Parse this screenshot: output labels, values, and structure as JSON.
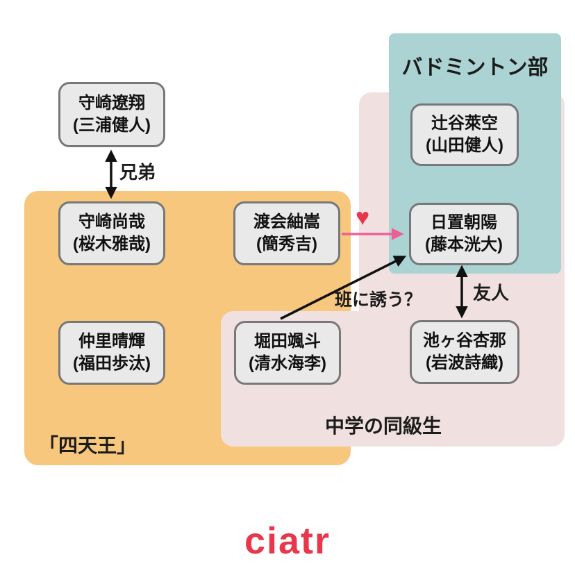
{
  "regions": {
    "badminton_club": {
      "label": "バドミントン部",
      "color": "#abd3d3"
    },
    "middle_school_classmates": {
      "label": "中学の同級生",
      "color": "#f1e0e0"
    },
    "four_heavenly_kings": {
      "label": "「四天王」",
      "color": "#f6c77c"
    }
  },
  "characters": [
    {
      "name": "守崎遼翔",
      "actor": "(三浦健人)"
    },
    {
      "name": "守崎尚哉",
      "actor": "(桜木雅哉)"
    },
    {
      "name": "仲里晴輝",
      "actor": "(福田歩汰)"
    },
    {
      "name": "渡会紬嵩",
      "actor": "(簡秀吉)"
    },
    {
      "name": "堀田颯斗",
      "actor": "(清水海李)"
    },
    {
      "name": "辻谷萊空",
      "actor": "(山田健人)"
    },
    {
      "name": "日置朝陽",
      "actor": "(藤本洸大)"
    },
    {
      "name": "池ヶ谷杏那",
      "actor": "(岩波詩織)"
    }
  ],
  "relations": [
    {
      "label": "兄弟",
      "from": "守崎遼翔",
      "to": "守崎尚哉",
      "type": "mutual"
    },
    {
      "label": "♥",
      "from": "渡会紬嵩",
      "to": "日置朝陽",
      "type": "one-way",
      "color": "#ee5f96",
      "heart_color": "#e8364f"
    },
    {
      "label": "班に誘う？",
      "from": "堀田颯斗",
      "to": "日置朝陽",
      "type": "one-way"
    },
    {
      "label": "友人",
      "from": "日置朝陽",
      "to": "池ヶ谷杏那",
      "type": "mutual"
    }
  ],
  "logo": {
    "text": "ciatr",
    "color": "#e8374a"
  }
}
